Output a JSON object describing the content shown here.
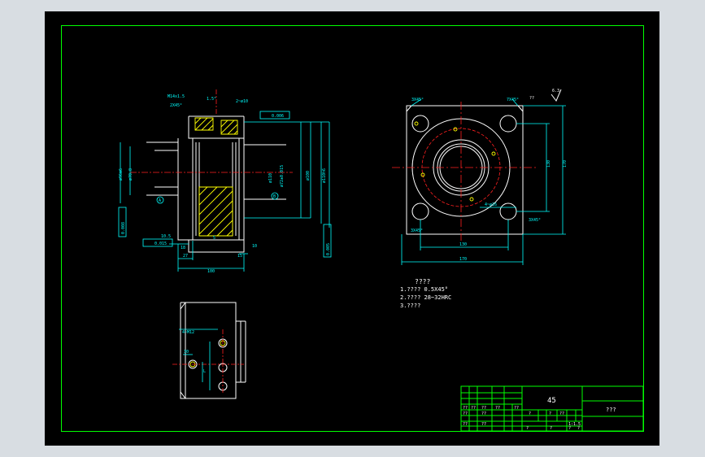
{
  "drawing": {
    "roughness_symbol": "??",
    "roughness_value": "6.3",
    "notes": {
      "title": "????",
      "items": [
        "1.???? 0.5X45°",
        "2.????  28~32HRC",
        "3.????"
      ]
    },
    "title_block": {
      "material": "45",
      "scale_label": "???",
      "cells": [
        "??",
        "??",
        "??",
        "??",
        "??",
        "??",
        "??",
        "??",
        "??",
        "?",
        "?",
        "??",
        "1:1.5",
        "?",
        "?",
        "?",
        "?"
      ]
    },
    "left_view": {
      "labels": {
        "thread": "M14x1.5",
        "chamfer_top": "2X45°",
        "tol_frame_1": "0.006",
        "datum_a": "A",
        "datum_b": "B",
        "dim_top_1": "2~ø10",
        "dim_top_2": "1.5°",
        "dim_left_1": "ø96m6",
        "dim_left_2": "ø70.8",
        "dim_r1": "ø110",
        "dim_r2": "ø72±0.015",
        "dim_r3": "ø100",
        "dim_r4": "ø110h6",
        "tol_frame_2": "0.008",
        "tol_frame_3": "0.015",
        "tol_frame_4": "0.005",
        "dim_b1": "10.5",
        "dim_b2": "18",
        "dim_b3": "27",
        "dim_b4": "5",
        "dim_b5": "15",
        "dim_b6": "10",
        "dim_b7": "100"
      }
    },
    "front_view": {
      "labels": {
        "chamfer_tl": "3X45°",
        "chamfer_tr": "7X45°",
        "chamfer_bl": "3X45°",
        "chamfer_br": "3X45°",
        "holes": "4~ø16",
        "dim_inner_w": "130",
        "dim_outer_w": "170",
        "dim_inner_h": "130",
        "dim_outer_h": "170"
      }
    },
    "section_view": {
      "labels": {
        "thread": "4~M12",
        "dim_1": "30",
        "dim_2": "L"
      }
    }
  }
}
